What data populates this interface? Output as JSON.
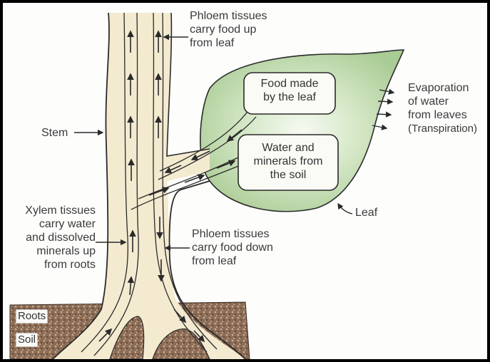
{
  "diagram": {
    "title": "Transport of water, minerals and food in a plant",
    "labels": {
      "phloem_up": [
        "Phloem tissues",
        "carry food up",
        "from leaf"
      ],
      "evaporation": [
        "Evaporation",
        "of water",
        "from leaves",
        "(Transpiration)"
      ],
      "food_box": [
        "Food made",
        "by the leaf"
      ],
      "water_box": [
        "Water and",
        "minerals from",
        "the soil"
      ],
      "stem": "Stem",
      "xylem": [
        "Xylem tissues",
        "carry water",
        "and dissolved",
        "minerals up",
        "from roots"
      ],
      "phloem_down": [
        "Phloem tissues",
        "carry food down",
        "from leaf"
      ],
      "leaf": "Leaf",
      "roots": "Roots",
      "soil": "Soil"
    },
    "colors": {
      "stem_fill": "#f3ead0",
      "leaf_fill": "#cfe3bf",
      "leaf_shade": "#9fc48c",
      "soil_fill": "#8a6a52",
      "outline": "#2a2a2a",
      "text": "#3a3a3a"
    }
  }
}
